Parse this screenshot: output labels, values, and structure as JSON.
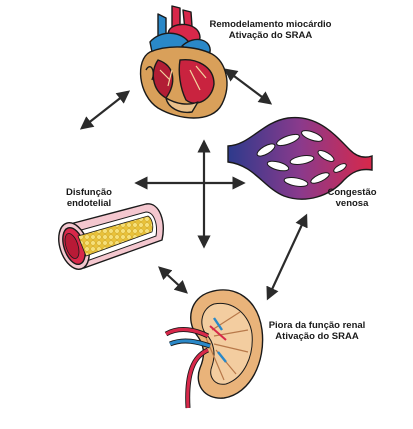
{
  "diagram": {
    "nodes": [
      {
        "id": "heart",
        "icon": "heart-icon",
        "lines": [
          "Remodelamento miocárdio",
          "Ativação do SRAA"
        ]
      },
      {
        "id": "venous",
        "icon": "vein-network-icon",
        "lines": [
          "Congestão",
          "venosa"
        ]
      },
      {
        "id": "endo",
        "icon": "blood-vessel-icon",
        "lines": [
          "Disfunção",
          "endotelial"
        ]
      },
      {
        "id": "renal",
        "icon": "kidney-icon",
        "lines": [
          "Piora da função renal",
          "Ativação do SRAA"
        ]
      }
    ],
    "connections": [
      {
        "from": "heart",
        "to": "endo",
        "type": "bidirectional"
      },
      {
        "from": "heart",
        "to": "venous",
        "type": "bidirectional"
      },
      {
        "from": "venous",
        "to": "renal",
        "type": "bidirectional"
      },
      {
        "from": "endo",
        "to": "renal",
        "type": "bidirectional"
      },
      {
        "from": "heart",
        "to": "renal",
        "type": "bidirectional"
      },
      {
        "from": "endo",
        "to": "venous",
        "type": "bidirectional"
      }
    ],
    "colors": {
      "arrow": "#2b2b2b",
      "venous_blue": "#2d3a8c",
      "arterial_red": "#d8284a",
      "vessel_outer": "#f4c7cf",
      "fat_yellow": "#f2d44a",
      "kidney_tan": "#e9b37a",
      "heart_tan": "#d9a05a"
    }
  }
}
